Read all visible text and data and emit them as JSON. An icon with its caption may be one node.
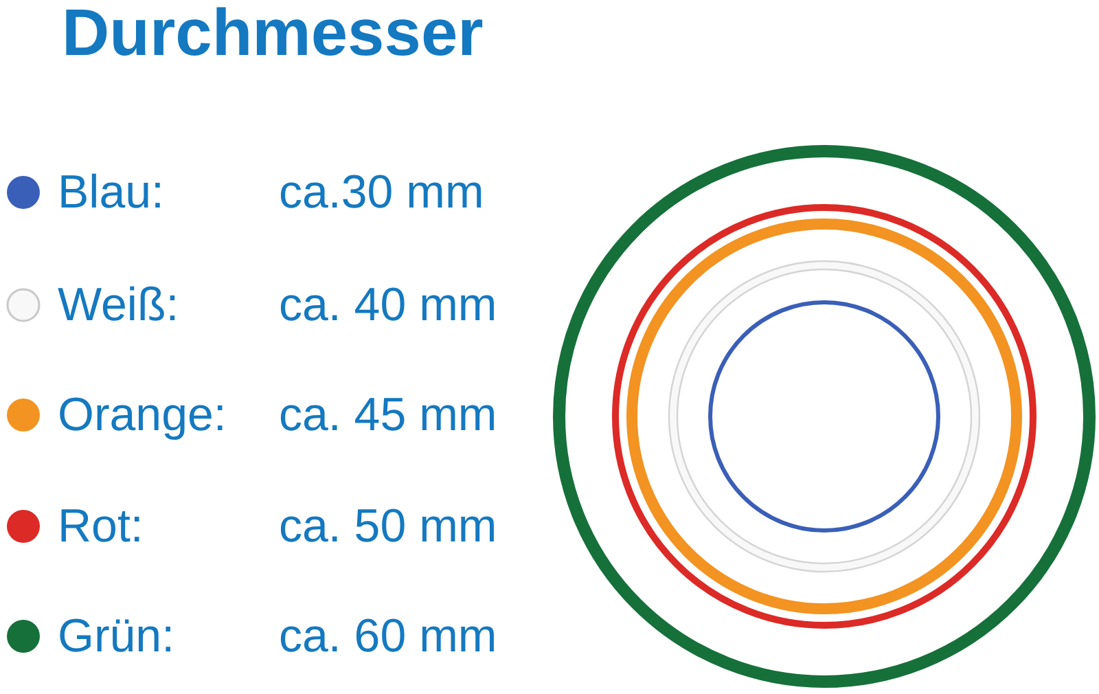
{
  "diagram": {
    "title": "Durchmesser",
    "legend": [
      {
        "text": "Blau:",
        "color": "#3a5fb8"
      },
      {
        "text": "Weiß:",
        "color": "#f8f8f8"
      },
      {
        "text": "Orange:",
        "color": "#f39322"
      },
      {
        "text": "Rot:",
        "color": "#dc2a26"
      },
      {
        "text": "Grün:",
        "color": "#16703a"
      }
    ],
    "labels": [
      "ca.30 mm",
      "ca. 40 mm",
      "ca. 45 mm",
      "ca. 50 mm",
      "ca. 60 mm"
    ]
  }
}
